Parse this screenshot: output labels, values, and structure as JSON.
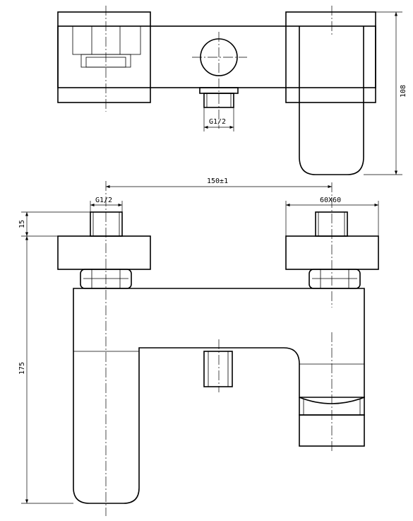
{
  "labels": {
    "top_thread": "G1/2",
    "side_thread": "G1/2",
    "depth": "108",
    "centres": "150±1",
    "flange": "60X60",
    "nut_height": "15",
    "total_height": "175"
  }
}
